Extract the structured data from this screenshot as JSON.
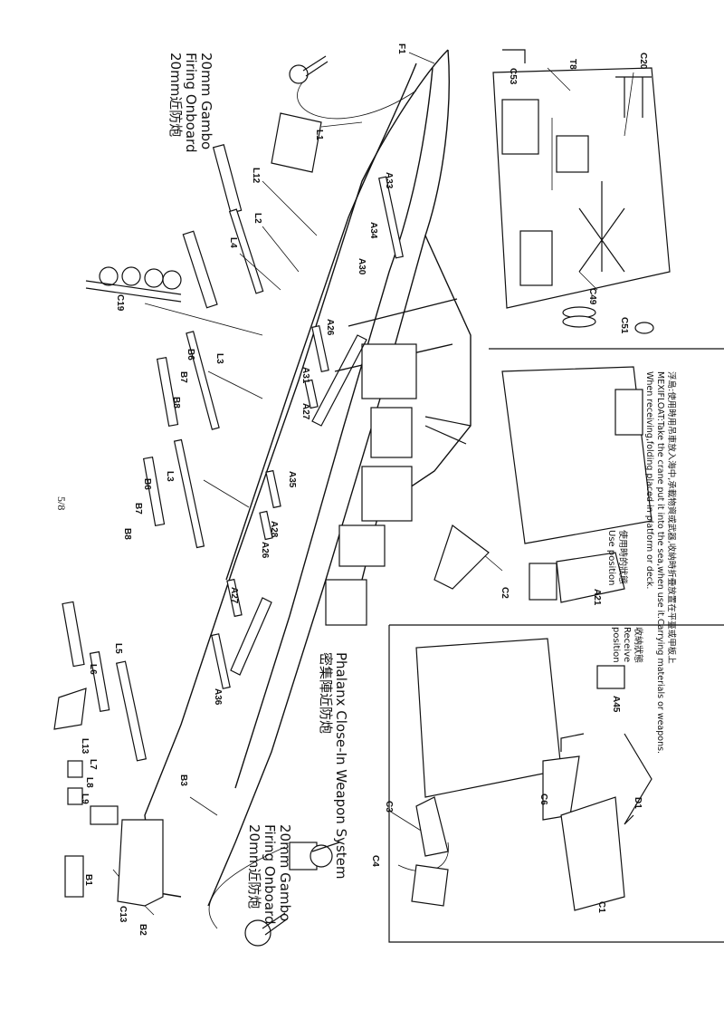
{
  "page_number": "5/8",
  "captions": {
    "gambo_top": [
      "20mm Gambo",
      "Firing Onboard",
      "20mm近防炮"
    ],
    "gambo_bottom": [
      "20mm Gambo",
      "Firing Onboard",
      "20mm近防炮"
    ],
    "phalanx": [
      "Phalanx Close-In Weapon System",
      "密集陣近防炮"
    ],
    "note": [
      "浮島:使用時用吊車放入海中,承載物資或武器,收納時折疊放置在平臺或甲板上",
      "MEXIFLOAT:Take the crane put it into the sea,when use it.Carrying materials or weapons.",
      "When receiving,folding placed in platform or deck."
    ],
    "use_position": [
      "使用時的狀態",
      "Use position"
    ],
    "receive_position": [
      "收納狀態",
      "Receive",
      "position"
    ]
  },
  "part_labels": {
    "F1": "F1",
    "L1": "L1",
    "L12": "L12",
    "L2": "L2",
    "L4": "L4",
    "C19": "C19",
    "A33": "A33",
    "A34": "A34",
    "A30": "A30",
    "A26": "A26",
    "A31": "A31",
    "A27a": "A27",
    "B6a": "B6",
    "B7a": "B7",
    "B8a": "B8",
    "L3a": "L3",
    "A35": "A35",
    "A28": "A28",
    "A26b": "A26",
    "B6b": "B6",
    "B7b": "B7",
    "B8b": "B8",
    "L3b": "L3",
    "A27b": "A27",
    "A36": "A36",
    "L5": "L5",
    "L6": "L6",
    "L13": "L13",
    "L7": "L7",
    "L8": "L8",
    "L9": "L9",
    "B3": "B3",
    "B1": "B1",
    "B2": "B2",
    "C13": "C13",
    "C53": "C53",
    "T8": "T8",
    "C20": "C20",
    "C49": "C49",
    "C51": "C51",
    "A21": "A21",
    "C2": "C2",
    "A45": "A45",
    "D1": "D1",
    "C6": "C6",
    "C3": "C3",
    "C4": "C4",
    "C1": "C1"
  }
}
